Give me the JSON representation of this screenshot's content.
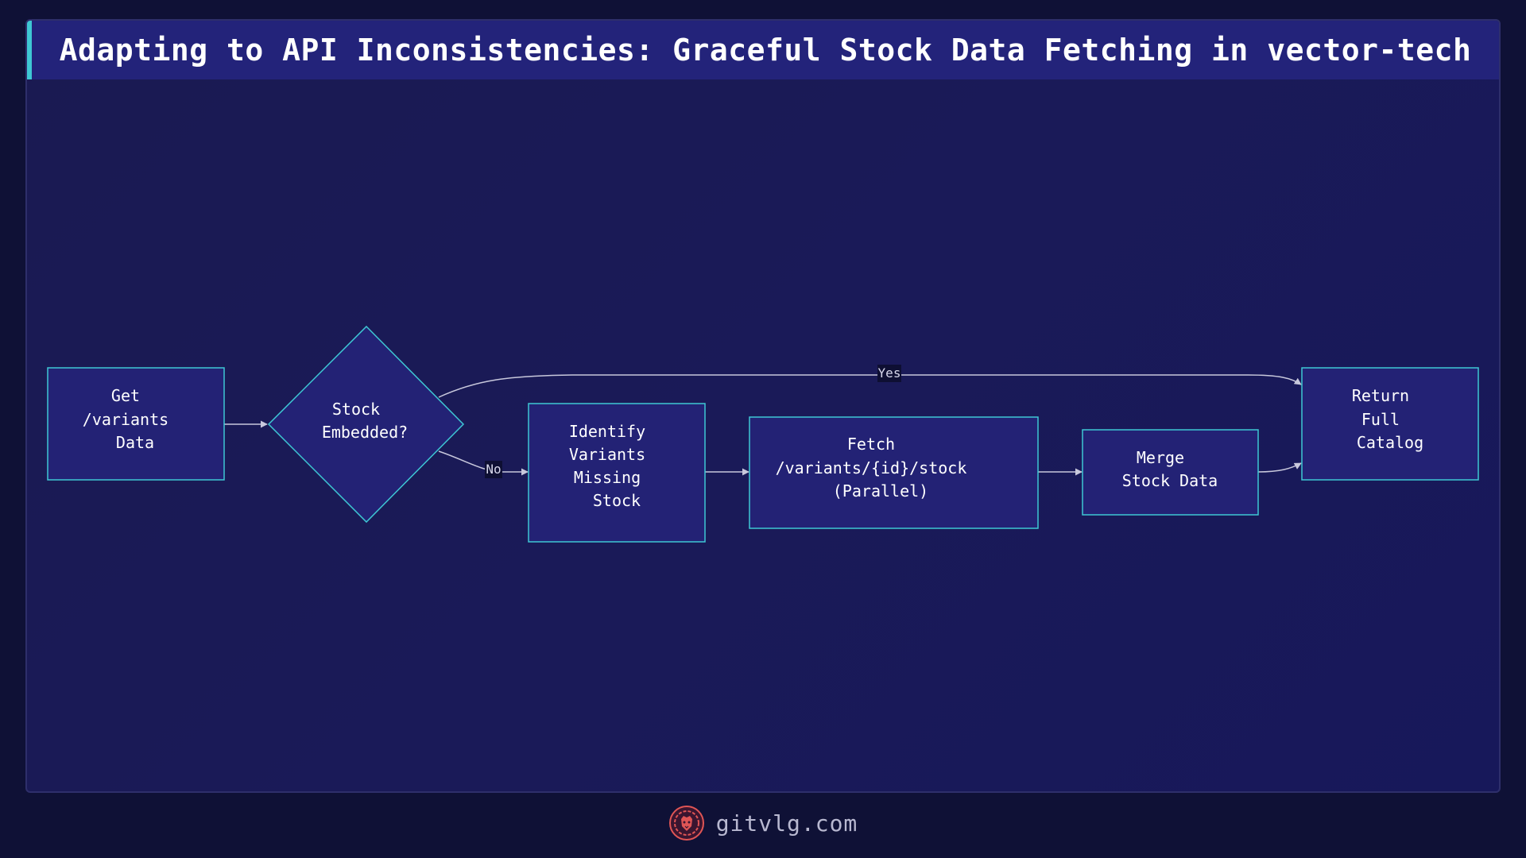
{
  "title": "Adapting to API Inconsistencies: Graceful Stock Data Fetching in vector-tech",
  "colors": {
    "background": "#0f1136",
    "panel": "#1a1a55",
    "title_bar": "#23237a",
    "accent": "#3ec8d4",
    "node_fill": "#232275",
    "node_border": "#3ec8d4",
    "edge": "#c8c8dc",
    "footer_text": "#b8b8d0",
    "logo": "#e05555"
  },
  "nodes": {
    "get_variants": {
      "lines": [
        "Get",
        "/variants",
        "Data"
      ]
    },
    "stock_embedded": {
      "lines": [
        "Stock",
        "Embedded?"
      ]
    },
    "identify_missing": {
      "lines": [
        "Identify",
        "Variants",
        "Missing",
        "Stock"
      ]
    },
    "fetch_stock": {
      "lines": [
        "Fetch",
        "/variants/{id}/stock",
        "(Parallel)"
      ]
    },
    "merge_stock": {
      "lines": [
        "Merge",
        "Stock Data"
      ]
    },
    "return_catalog": {
      "lines": [
        "Return",
        "Full",
        "Catalog"
      ]
    }
  },
  "edges": {
    "yes_label": "Yes",
    "no_label": "No"
  },
  "footer": {
    "logo_icon": "lion-head-icon",
    "site": "gitvlg.com"
  }
}
